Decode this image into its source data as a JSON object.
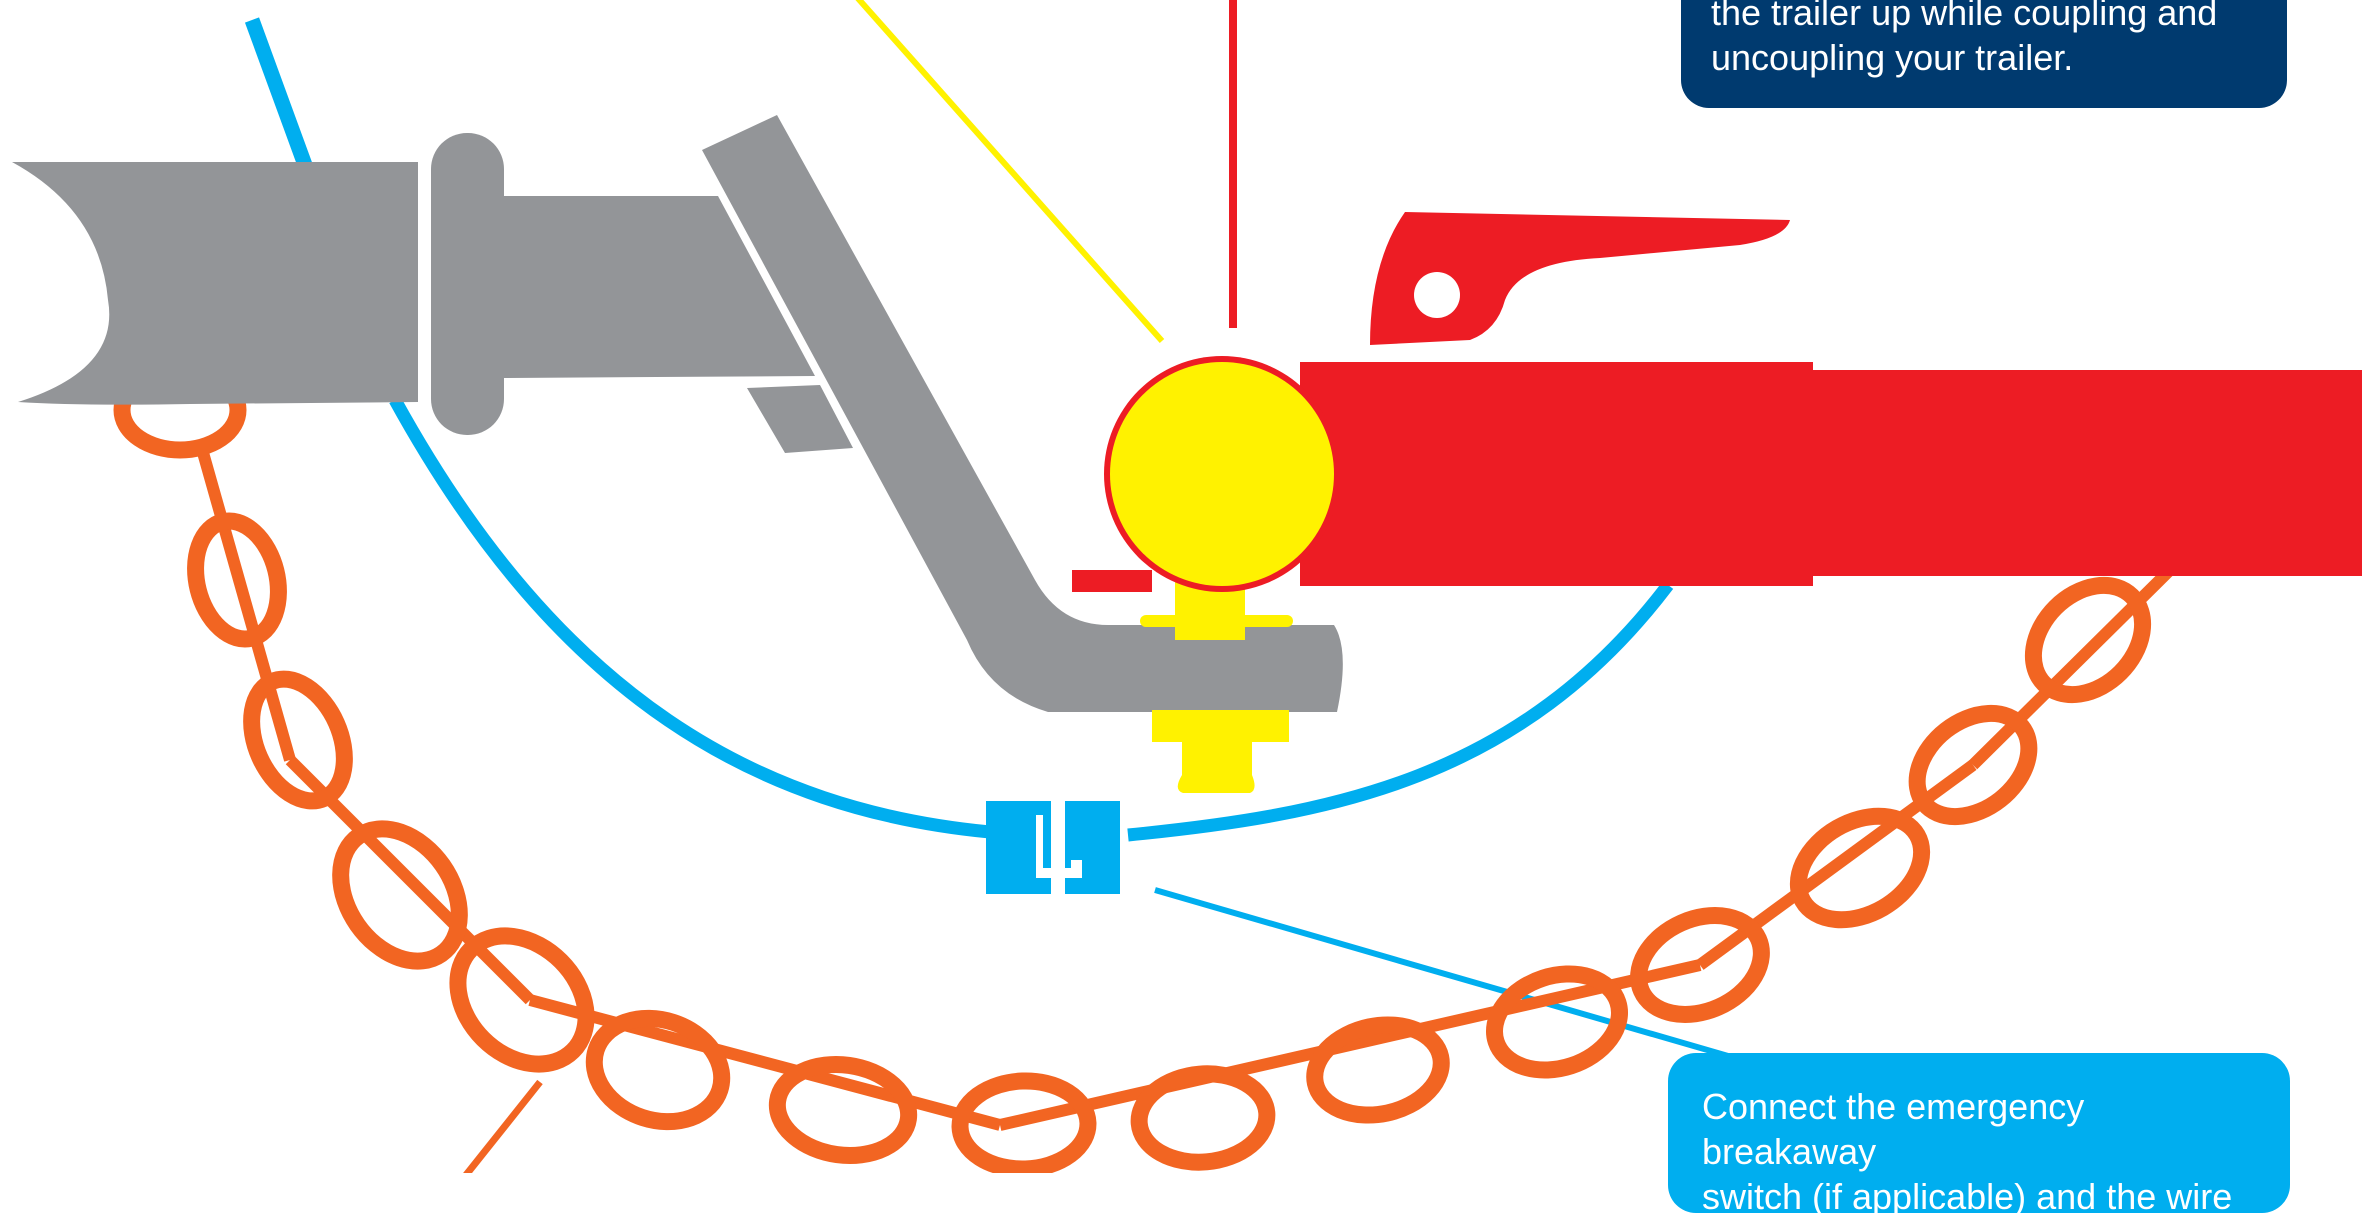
{
  "callouts": {
    "top": {
      "lines": [
        "the trailer up while coupling and",
        "uncoupling your trailer."
      ]
    },
    "bottom": {
      "lines": [
        "Connect the emergency breakaway",
        "switch (if applicable) and the wire"
      ]
    }
  },
  "colors": {
    "navy": "#003a6f",
    "cyan": "#00aeef",
    "orange": "#f26522",
    "gray": "#939598",
    "red": "#ed1c24",
    "yellow": "#fff200"
  },
  "parts": [
    "tow-bar",
    "tow-ball",
    "trailer-coupling",
    "safety-chain",
    "breakaway-cable",
    "breakaway-plug"
  ]
}
